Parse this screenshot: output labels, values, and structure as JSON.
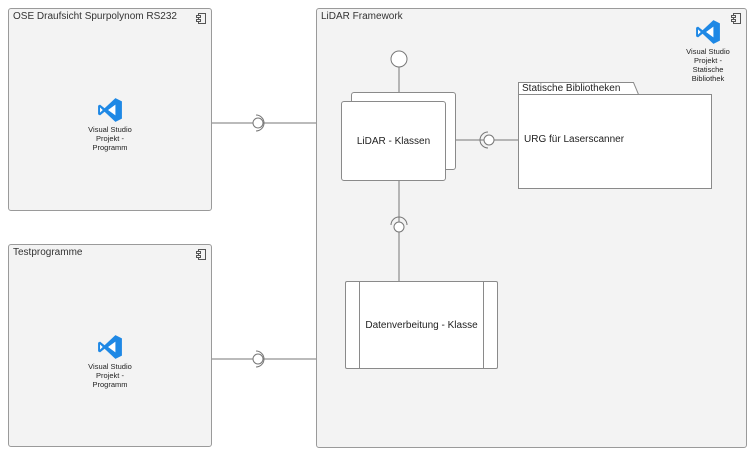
{
  "components": {
    "ose": {
      "title": "OSE Draufsicht Spurpolynom RS232",
      "vs_lines": [
        "Visual Studio",
        "Projekt -",
        "Programm"
      ]
    },
    "test": {
      "title": "Testprogramme",
      "vs_lines": [
        "Visual Studio",
        "Projekt -",
        "Programm"
      ]
    },
    "framework": {
      "title": "LiDAR Framework",
      "vs_lines": [
        "Visual Studio",
        "Projekt -",
        "Statische",
        "Bibliothek"
      ]
    }
  },
  "package": {
    "tab_label": "Statische Bibliotheken",
    "content": "URG für Laserscanner"
  },
  "lidar_classes": {
    "label": "LiDAR - Klassen"
  },
  "data_class": {
    "label": "Datenverbeitung - Klasse"
  },
  "colors": {
    "vs_logo": "#1e88e5",
    "border": "#9a9a9a",
    "component_fill": "#f3f3f3"
  },
  "icons": {
    "component": "component-icon",
    "visual_studio": "visual-studio-logo-icon"
  }
}
